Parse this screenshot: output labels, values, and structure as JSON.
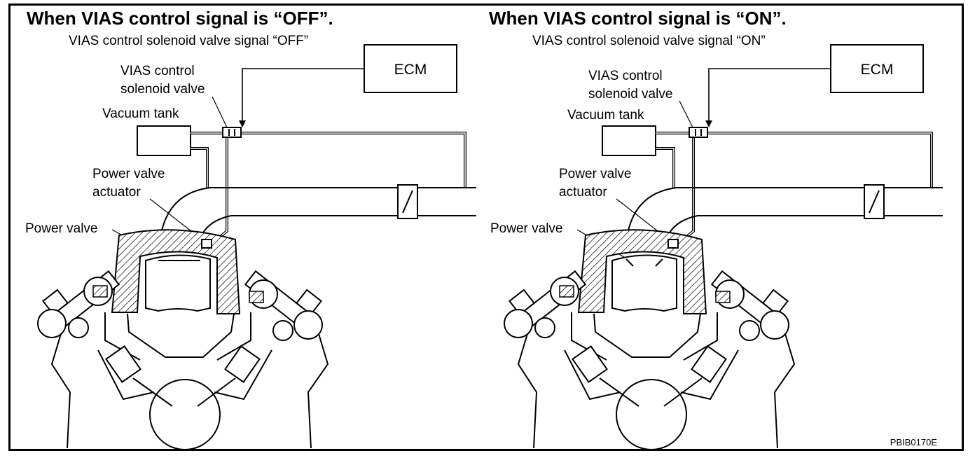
{
  "panels": [
    {
      "state": "OFF",
      "title": "When VIAS control signal is “OFF”.",
      "signal_label": "VIAS control solenoid valve signal “OFF”",
      "solenoid_label_1": "VIAS control",
      "solenoid_label_2": "solenoid valve",
      "vacuum_tank_label": "Vacuum tank",
      "actuator_label_1": "Power valve",
      "actuator_label_2": "actuator",
      "power_valve_label": "Power valve",
      "ecm_label": "ECM"
    },
    {
      "state": "ON",
      "title": "When VIAS control signal is “ON”.",
      "signal_label": "VIAS control solenoid valve signal “ON”",
      "solenoid_label_1": "VIAS control",
      "solenoid_label_2": "solenoid valve",
      "vacuum_tank_label": "Vacuum tank",
      "actuator_label_1": "Power valve",
      "actuator_label_2": "actuator",
      "power_valve_label": "Power valve",
      "ecm_label": "ECM"
    }
  ],
  "figure_code": "PBIB0170E"
}
